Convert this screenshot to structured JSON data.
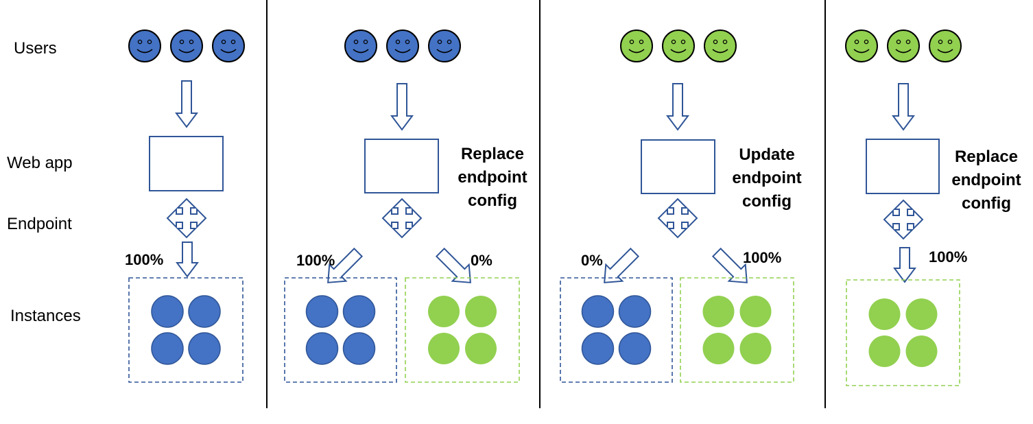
{
  "row_labels": {
    "users": "Users",
    "web_app": "Web app",
    "endpoint": "Endpoint",
    "instances": "Instances"
  },
  "colors": {
    "blue": "#4472c4",
    "green": "#92d050",
    "outline_blue": "#2f5597",
    "face_outline": "#000000",
    "divider": "#000000"
  },
  "icons": [
    "smiley-face-icon",
    "down-arrow-icon",
    "four-way-arrow-icon",
    "diagonal-arrow-icon"
  ],
  "stages": [
    {
      "user_color": "blue",
      "label": [],
      "routes": [
        {
          "percent": "100%",
          "instance_color": "blue"
        }
      ]
    },
    {
      "user_color": "blue",
      "label": [
        "Replace",
        "endpoint",
        "config"
      ],
      "routes": [
        {
          "percent": "100%",
          "instance_color": "blue"
        },
        {
          "percent": "0%",
          "instance_color": "green"
        }
      ]
    },
    {
      "user_color": "green",
      "label": [
        "Update",
        "endpoint",
        "config"
      ],
      "routes": [
        {
          "percent": "0%",
          "instance_color": "blue"
        },
        {
          "percent": "100%",
          "instance_color": "green"
        }
      ]
    },
    {
      "user_color": "green",
      "label": [
        "Replace",
        "endpoint",
        "config"
      ],
      "routes": [
        {
          "percent": "100%",
          "instance_color": "green"
        }
      ]
    }
  ]
}
